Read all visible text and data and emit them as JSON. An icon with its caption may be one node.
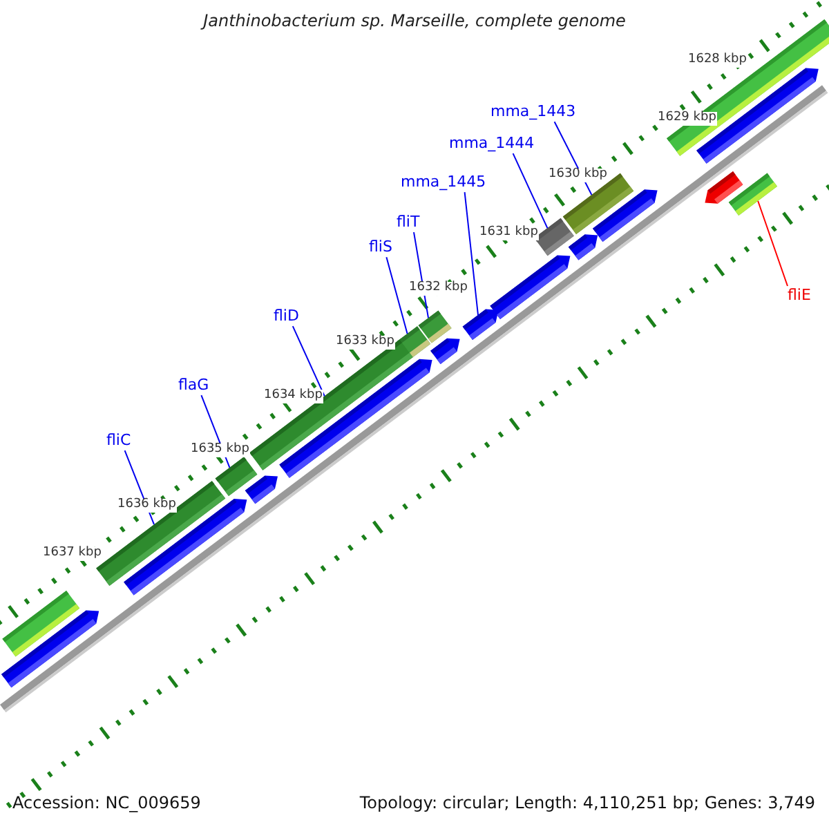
{
  "diagram": {
    "title": "Janthinobacterium sp. Marseille, complete genome",
    "nodes": [
      {
        "text": [
          "mma_1443"
        ]
      },
      {
        "text": [
          "mma_1444"
        ]
      },
      {
        "text": [
          "mma_1445"
        ]
      },
      {
        "text": [
          "fliT"
        ]
      },
      {
        "text": [
          "fliS"
        ]
      },
      {
        "text": [
          "fliD"
        ]
      },
      {
        "text": [
          "flaG"
        ]
      },
      {
        "text": [
          "fliC"
        ]
      },
      {
        "text": [
          "fliE"
        ]
      },
      {
        "text": [],
        "shape": "bar"
      },
      {
        "text": [],
        "shape": "bar"
      },
      {
        "text": [],
        "shape": "arrow"
      },
      {
        "text": [],
        "shape": "bar"
      },
      {
        "text": [],
        "shape": "bar"
      },
      {
        "text": [],
        "shape": "bar"
      },
      {
        "text": [],
        "shape": "bar"
      },
      {
        "text": [],
        "shape": "bar"
      },
      {
        "text": [],
        "shape": "bar"
      },
      {
        "text": [],
        "shape": "bar"
      },
      {
        "text": [],
        "shape": "bar"
      },
      {
        "text": [],
        "shape": "arrow"
      },
      {
        "text": [],
        "shape": "arrow"
      },
      {
        "text": [],
        "shape": "arrow"
      },
      {
        "text": [],
        "shape": "arrow"
      },
      {
        "text": [],
        "shape": "arrow"
      },
      {
        "text": [],
        "shape": "arrow"
      },
      {
        "text": [],
        "shape": "arrow"
      },
      {
        "text": [],
        "shape": "arrow"
      },
      {
        "text": [],
        "shape": "arrow"
      },
      {
        "text": [],
        "shape": "arrow"
      }
    ],
    "edges": [
      {
        "from": 0,
        "to": 9,
        "arrow": "none"
      },
      {
        "from": 1,
        "to": 10,
        "arrow": "none"
      },
      {
        "from": 2,
        "to": 11,
        "arrow": "none"
      },
      {
        "from": 3,
        "to": 12,
        "arrow": "none"
      },
      {
        "from": 4,
        "to": 13,
        "arrow": "none"
      },
      {
        "from": 5,
        "to": 14,
        "arrow": "none"
      },
      {
        "from": 6,
        "to": 15,
        "arrow": "none"
      },
      {
        "from": 7,
        "to": 16,
        "arrow": "none"
      },
      {
        "from": 8,
        "to": 17,
        "arrow": "none",
        "color": "#ff0000"
      }
    ],
    "labels": [
      "1628 kbp",
      "1629 kbp",
      "1630 kbp",
      "1631 kbp",
      "1632 kbp",
      "1633 kbp",
      "1634 kbp",
      "1635 kbp",
      "1636 kbp",
      "1637 kbp",
      "Accession: NC_009659",
      "Topology: circular; Length: 4,110,251 bp; Genes: 3,749"
    ]
  }
}
